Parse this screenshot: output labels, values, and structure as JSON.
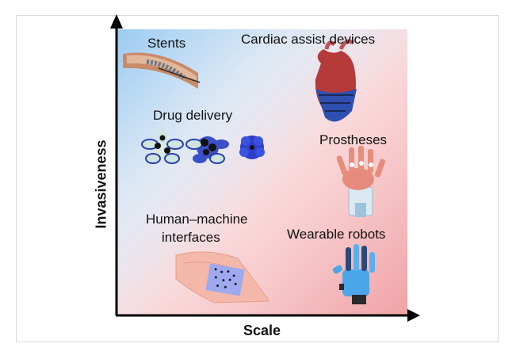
{
  "axes": {
    "x_label": "Scale",
    "y_label": "Invasiveness"
  },
  "items": {
    "stents": "Stents",
    "cardiac": "Cardiac assist devices",
    "drug": "Drug delivery",
    "prostheses": "Prostheses",
    "hmi_line1": "Human–machine",
    "hmi_line2": "interfaces",
    "wearable": "Wearable robots"
  },
  "colors": {
    "blue_corner": "#8fc3ee",
    "red_corner": "#ef9a9d",
    "axis": "#000000"
  }
}
